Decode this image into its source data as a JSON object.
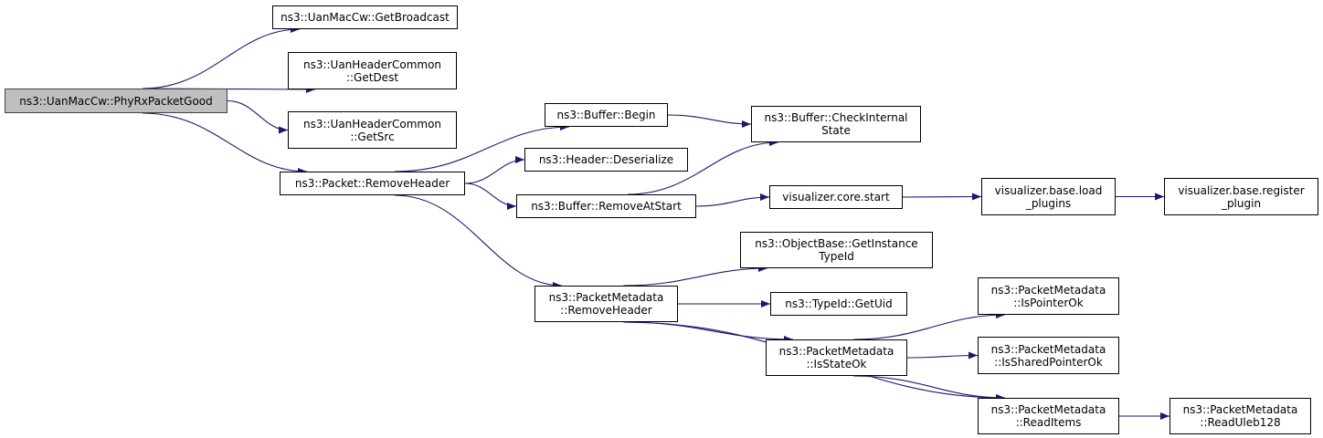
{
  "diagram": {
    "type": "call-graph",
    "edge_color": "#191970",
    "root_fill": "#bfbfbf",
    "nodes": [
      {
        "id": "root",
        "lines": [
          "ns3::UanMacCw::PhyRxPacketGood"
        ],
        "root": true
      },
      {
        "id": "getbroadcast",
        "lines": [
          "ns3::UanMacCw::GetBroadcast"
        ]
      },
      {
        "id": "getdest",
        "lines": [
          "ns3::UanHeaderCommon",
          "::GetDest"
        ]
      },
      {
        "id": "getsrc",
        "lines": [
          "ns3::UanHeaderCommon",
          "::GetSrc"
        ]
      },
      {
        "id": "pkt_removeheader",
        "lines": [
          "ns3::Packet::RemoveHeader"
        ]
      },
      {
        "id": "buf_begin",
        "lines": [
          "ns3::Buffer::Begin"
        ]
      },
      {
        "id": "hdr_deserialize",
        "lines": [
          "ns3::Header::Deserialize"
        ]
      },
      {
        "id": "buf_removeatstart",
        "lines": [
          "ns3::Buffer::RemoveAtStart"
        ]
      },
      {
        "id": "buf_checkinternal",
        "lines": [
          "ns3::Buffer::CheckInternal",
          "State"
        ]
      },
      {
        "id": "viz_core_start",
        "lines": [
          "visualizer.core.start"
        ]
      },
      {
        "id": "viz_load_plugins",
        "lines": [
          "visualizer.base.load",
          "_plugins"
        ]
      },
      {
        "id": "viz_register_plugin",
        "lines": [
          "visualizer.base.register",
          "_plugin"
        ]
      },
      {
        "id": "pm_removeheader",
        "lines": [
          "ns3::PacketMetadata",
          "::RemoveHeader"
        ]
      },
      {
        "id": "ob_getinstancetypeid",
        "lines": [
          "ns3::ObjectBase::GetInstance",
          "TypeId"
        ]
      },
      {
        "id": "typeid_getuid",
        "lines": [
          "ns3::TypeId::GetUid"
        ]
      },
      {
        "id": "pm_isstateok",
        "lines": [
          "ns3::PacketMetadata",
          "::IsStateOk"
        ]
      },
      {
        "id": "pm_ispointerok",
        "lines": [
          "ns3::PacketMetadata",
          "::IsPointerOk"
        ]
      },
      {
        "id": "pm_issharedpointerok",
        "lines": [
          "ns3::PacketMetadata",
          "::IsSharedPointerOk"
        ]
      },
      {
        "id": "pm_readitems",
        "lines": [
          "ns3::PacketMetadata",
          "::ReadItems"
        ]
      },
      {
        "id": "pm_readuleb128",
        "lines": [
          "ns3::PacketMetadata",
          "::ReadUleb128"
        ]
      }
    ],
    "edges": [
      [
        "root",
        "getbroadcast"
      ],
      [
        "root",
        "getdest"
      ],
      [
        "root",
        "getsrc"
      ],
      [
        "root",
        "pkt_removeheader"
      ],
      [
        "pkt_removeheader",
        "buf_begin"
      ],
      [
        "pkt_removeheader",
        "hdr_deserialize"
      ],
      [
        "pkt_removeheader",
        "buf_removeatstart"
      ],
      [
        "pkt_removeheader",
        "pm_removeheader"
      ],
      [
        "buf_begin",
        "buf_checkinternal"
      ],
      [
        "buf_removeatstart",
        "buf_checkinternal"
      ],
      [
        "buf_removeatstart",
        "viz_core_start"
      ],
      [
        "viz_core_start",
        "viz_load_plugins"
      ],
      [
        "viz_load_plugins",
        "viz_register_plugin"
      ],
      [
        "pm_removeheader",
        "ob_getinstancetypeid"
      ],
      [
        "pm_removeheader",
        "typeid_getuid"
      ],
      [
        "pm_removeheader",
        "pm_isstateok"
      ],
      [
        "pm_removeheader",
        "pm_readitems"
      ],
      [
        "pm_isstateok",
        "pm_ispointerok"
      ],
      [
        "pm_isstateok",
        "pm_issharedpointerok"
      ],
      [
        "pm_isstateok",
        "pm_readitems"
      ],
      [
        "pm_readitems",
        "pm_readuleb128"
      ]
    ]
  }
}
